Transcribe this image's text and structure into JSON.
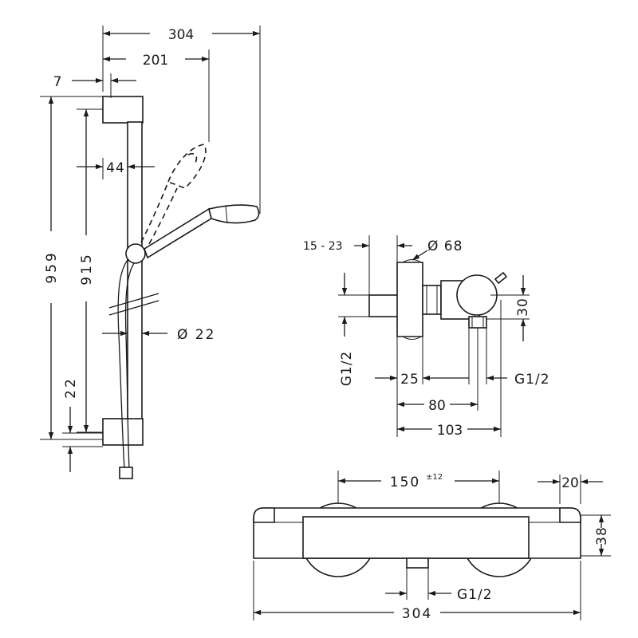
{
  "labels": {
    "shower_width": "304",
    "head_offset": "201",
    "wall_offset": "7",
    "bracket_depth": "44",
    "rail_height": "959",
    "rail_spacing": "915",
    "rail_diameter": "Ø 22",
    "bracket_height": "22",
    "wall_distance": "15 - 23",
    "rosette_diameter": "Ø 68",
    "thread_left": "G1/2",
    "body_height": "30",
    "rosette_depth": "25",
    "outlet_thread": "G1/2",
    "dim_80": "80",
    "dim_103": "103",
    "center_distance": "150",
    "center_tolerance": "±12",
    "end_cap": "20",
    "mixer_height": "38",
    "bottom_thread": "G1/2",
    "mixer_width": "304"
  }
}
